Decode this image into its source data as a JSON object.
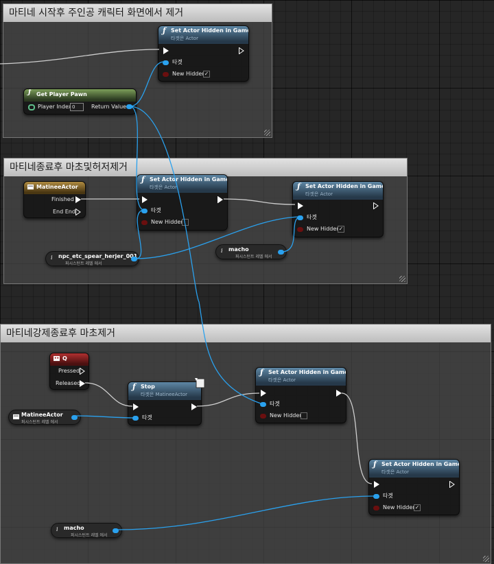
{
  "comments": [
    {
      "id": "c1",
      "title": "마티네 시작후 주인공 캐릭터 화면에서 제거"
    },
    {
      "id": "c2",
      "title": "마티네종료후 마초및허저제거"
    },
    {
      "id": "c3",
      "title": "마티네강제종료후 마초제거"
    }
  ],
  "nodes": {
    "set_hidden_1": {
      "title": "Set Actor Hidden in Game",
      "subtitle": "타겟은 Actor",
      "target": "타겟",
      "new_hidden": "New Hidden",
      "checked": true
    },
    "get_player_pawn": {
      "title": "Get Player Pawn",
      "player_index_label": "Player Index",
      "player_index": "0",
      "return_value": "Return Value"
    },
    "matinee_actor_event": {
      "title": "MatineeActor",
      "finished": "Finished",
      "end_end": "End End"
    },
    "set_hidden_2": {
      "title": "Set Actor Hidden in Game",
      "subtitle": "타겟은 Actor",
      "target": "타겟",
      "new_hidden": "New Hidden",
      "checked": false
    },
    "set_hidden_3": {
      "title": "Set Actor Hidden in Game",
      "subtitle": "타겟은 Actor",
      "target": "타겟",
      "new_hidden": "New Hidden",
      "checked": true
    },
    "var_spear": {
      "name": "npc_etc_spear_herjer_001",
      "sub": "퍼시스턴트 레벨 에서"
    },
    "var_macho_1": {
      "name": "macho",
      "sub": "퍼시스턴트 레벨 에서"
    },
    "key_q": {
      "title": "Q",
      "pressed": "Pressed",
      "released": "Released"
    },
    "stop": {
      "title": "Stop",
      "subtitle": "타겟은 MatineeActor",
      "target": "타겟"
    },
    "var_matinee": {
      "name": "MatineeActor",
      "sub": "퍼시스턴트 레벨 에서"
    },
    "set_hidden_4": {
      "title": "Set Actor Hidden in Game",
      "subtitle": "타겟은 Actor",
      "target": "타겟",
      "new_hidden": "New Hidden",
      "checked": false
    },
    "set_hidden_5": {
      "title": "Set Actor Hidden in Game",
      "subtitle": "타겟은 Actor",
      "target": "타겟",
      "new_hidden": "New Hidden",
      "checked": true
    },
    "var_macho_2": {
      "name": "macho",
      "sub": "퍼시스턴트 레벨 에서"
    }
  },
  "colors": {
    "exec_wire": "#cfcfcf",
    "object_wire": "#2aa1ee",
    "node_header_blue": "#4a7193",
    "background": "#262626"
  }
}
